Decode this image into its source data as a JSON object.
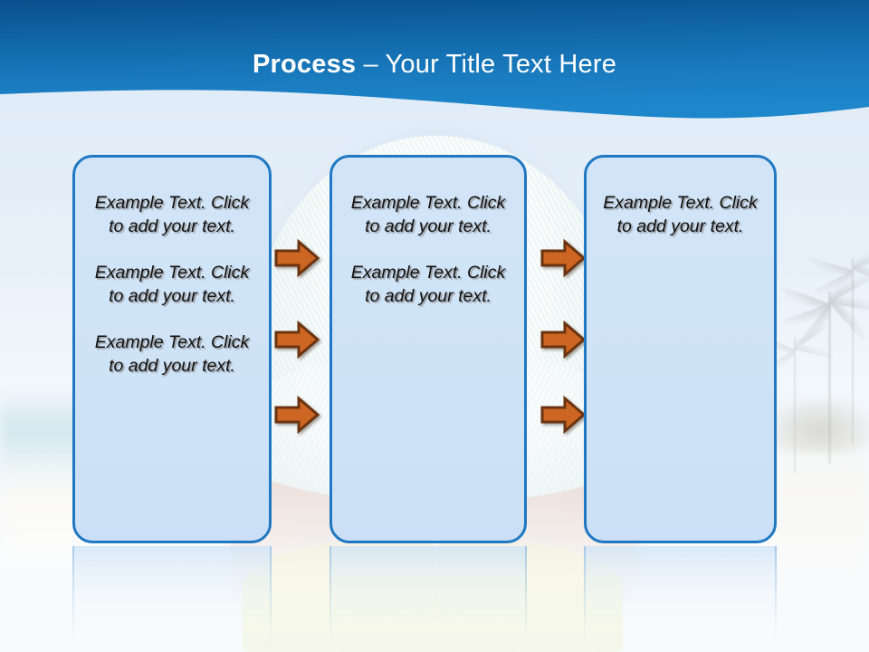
{
  "slide": {
    "title": {
      "bold_part": "Process",
      "rest_part": " – Your Title Text Here",
      "full": "Process – Your Title Text Here"
    },
    "theme": {
      "header_gradient_top": "#0d5490",
      "header_gradient_bottom": "#1b7fc4",
      "box_fill": "#cfe3f7",
      "box_border": "#1f78c1",
      "arrow_fill": "#cd6622",
      "arrow_border": "#6b3410",
      "title_color": "#ffffff",
      "body_text_color": "#12100e",
      "background_tint": "#d9e8f6"
    },
    "background": {
      "scene": "beach-photo",
      "elements": [
        "sky",
        "sea",
        "sand",
        "palm-trees",
        "straw-hat",
        "person-in-cream-top"
      ]
    },
    "boxes": [
      {
        "id": "box-1",
        "paragraphs": [
          "Example Text. Click  to add your text.",
          "Example Text. Click  to add your text.",
          "Example Text. Click  to add your text."
        ]
      },
      {
        "id": "box-2",
        "paragraphs": [
          "Example Text. Click  to add your text.",
          "Example Text. Click  to add your text."
        ]
      },
      {
        "id": "box-3",
        "paragraphs": [
          "Example Text. Click  to add your text."
        ]
      }
    ],
    "arrow_columns": [
      {
        "id": "arrows-1",
        "icon": "arrow-right-icon",
        "count": 3
      },
      {
        "id": "arrows-2",
        "icon": "arrow-right-icon",
        "count": 3
      }
    ]
  }
}
